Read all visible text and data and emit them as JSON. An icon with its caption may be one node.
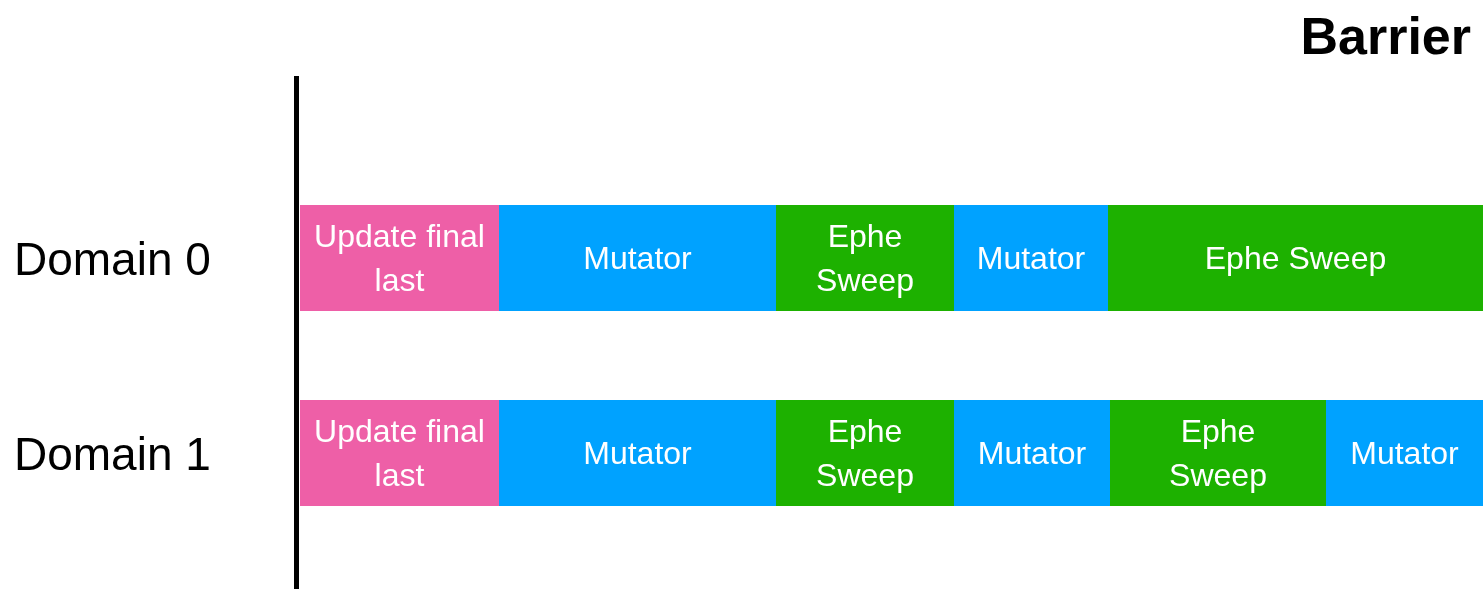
{
  "diagram": {
    "nodes": [
      {
        "text": [
          "Update final last"
        ]
      },
      {
        "text": [
          "Mutator"
        ]
      },
      {
        "text": [
          "Ephe Sweep"
        ]
      },
      {
        "text": [
          "Mutator"
        ]
      },
      {
        "text": [
          "Ephe Sweep"
        ]
      },
      {
        "text": [
          "Update final last"
        ]
      },
      {
        "text": [
          "Mutator"
        ]
      },
      {
        "text": [
          "Ephe Sweep"
        ]
      },
      {
        "text": [
          "Mutator"
        ]
      },
      {
        "text": [
          "Ephe Sweep"
        ]
      },
      {
        "text": [
          "Mutator"
        ]
      }
    ],
    "labels": [
      "Barrier",
      "Domain 0",
      "Domain 1"
    ]
  }
}
